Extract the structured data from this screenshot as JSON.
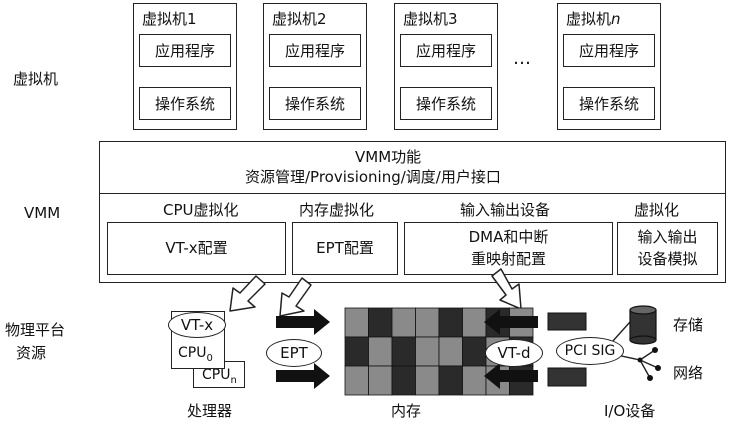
{
  "layers": {
    "vm": "虚拟机",
    "vmm": "VMM",
    "hw_line1": "物理平台",
    "hw_line2": "资源"
  },
  "vms": [
    {
      "title": "虚拟机1",
      "app": "应用程序",
      "os": "操作系统"
    },
    {
      "title": "虚拟机2",
      "app": "应用程序",
      "os": "操作系统"
    },
    {
      "title": "虚拟机3",
      "app": "应用程序",
      "os": "操作系统"
    },
    {
      "title_prefix": "虚拟机",
      "title_suffix": "n",
      "app": "应用程序",
      "os": "操作系统"
    }
  ],
  "ellipsis": "…",
  "vmm": {
    "title": "VMM功能",
    "functions": "资源管理/Provisioning/调度/用户接口",
    "headers": {
      "cpu": "CPU虚拟化",
      "mem": "内存虚拟化",
      "io": "输入输出设备",
      "virt": "虚拟化"
    },
    "cells": {
      "vtx": "VT-x配置",
      "ept": "EPT配置",
      "dma_1": "DMA和中断",
      "dma_2": "重映射配置",
      "emu_1": "输入输出",
      "emu_2": "设备模拟"
    }
  },
  "hardware": {
    "vtx": "VT-x",
    "cpu0": "CPU",
    "cpu0_sub": "0",
    "cpun": "CPU",
    "cpun_sub": "n",
    "ept": "EPT",
    "vtd": "VT-d",
    "pcisig": "PCI SIG",
    "storage": "存储",
    "network": "网络"
  },
  "bottom_labels": {
    "processor": "处理器",
    "memory": "内存",
    "io": "I/O设备"
  },
  "memory_grid": {
    "rows": 3,
    "cols": 8,
    "pattern": [
      [
        0,
        1,
        0,
        0,
        1,
        0,
        1,
        0
      ],
      [
        1,
        0,
        1,
        0,
        0,
        1,
        0,
        1
      ],
      [
        0,
        0,
        1,
        0,
        1,
        0,
        0,
        1
      ]
    ]
  }
}
